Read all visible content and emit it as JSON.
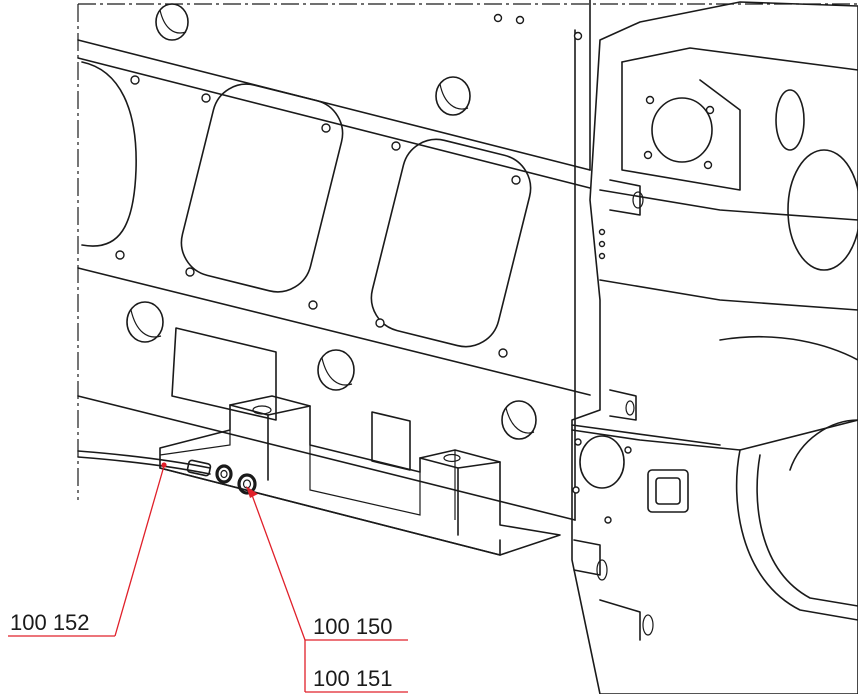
{
  "callouts": {
    "left_label": "100 152",
    "right_top_label": "100 150",
    "right_bottom_label": "100 151"
  },
  "colors": {
    "line": "#1a1a1a",
    "leader": "#e0202a",
    "background": "#ffffff"
  }
}
